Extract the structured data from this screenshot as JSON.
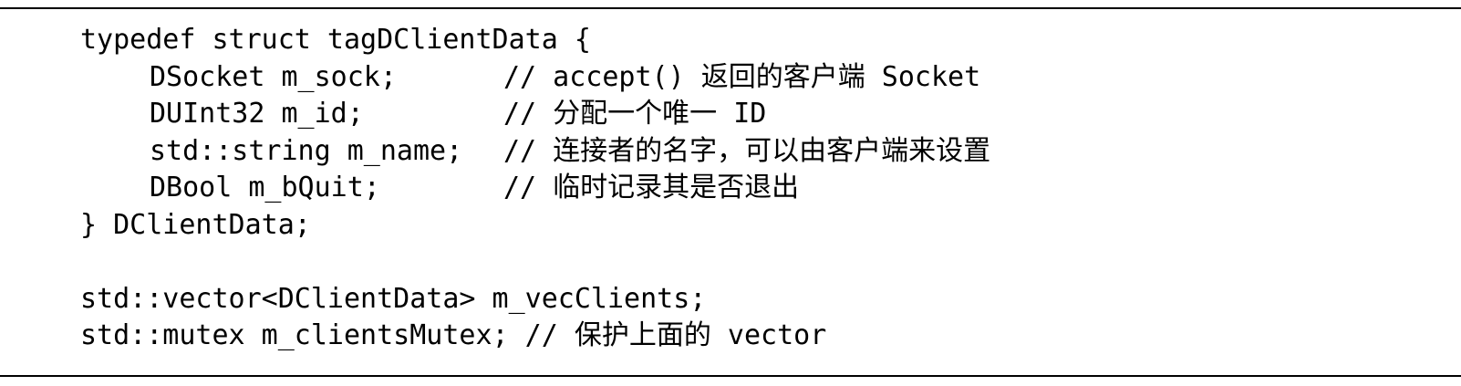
{
  "code": {
    "struct_open": "typedef struct tagDClientData {",
    "fields": [
      {
        "decl": "DSocket m_sock;",
        "comment": "// accept() 返回的客户端 Socket"
      },
      {
        "decl": "DUInt32 m_id;",
        "comment": "// 分配一个唯一 ID"
      },
      {
        "decl": "std::string m_name;",
        "comment": "// 连接者的名字，可以由客户端来设置"
      },
      {
        "decl": "DBool m_bQuit;",
        "comment": "// 临时记录其是否退出"
      }
    ],
    "struct_close": "} DClientData;",
    "vector_line": "std::vector<DClientData> m_vecClients;",
    "mutex_line": "std::mutex m_clientsMutex; // 保护上面的 vector"
  }
}
